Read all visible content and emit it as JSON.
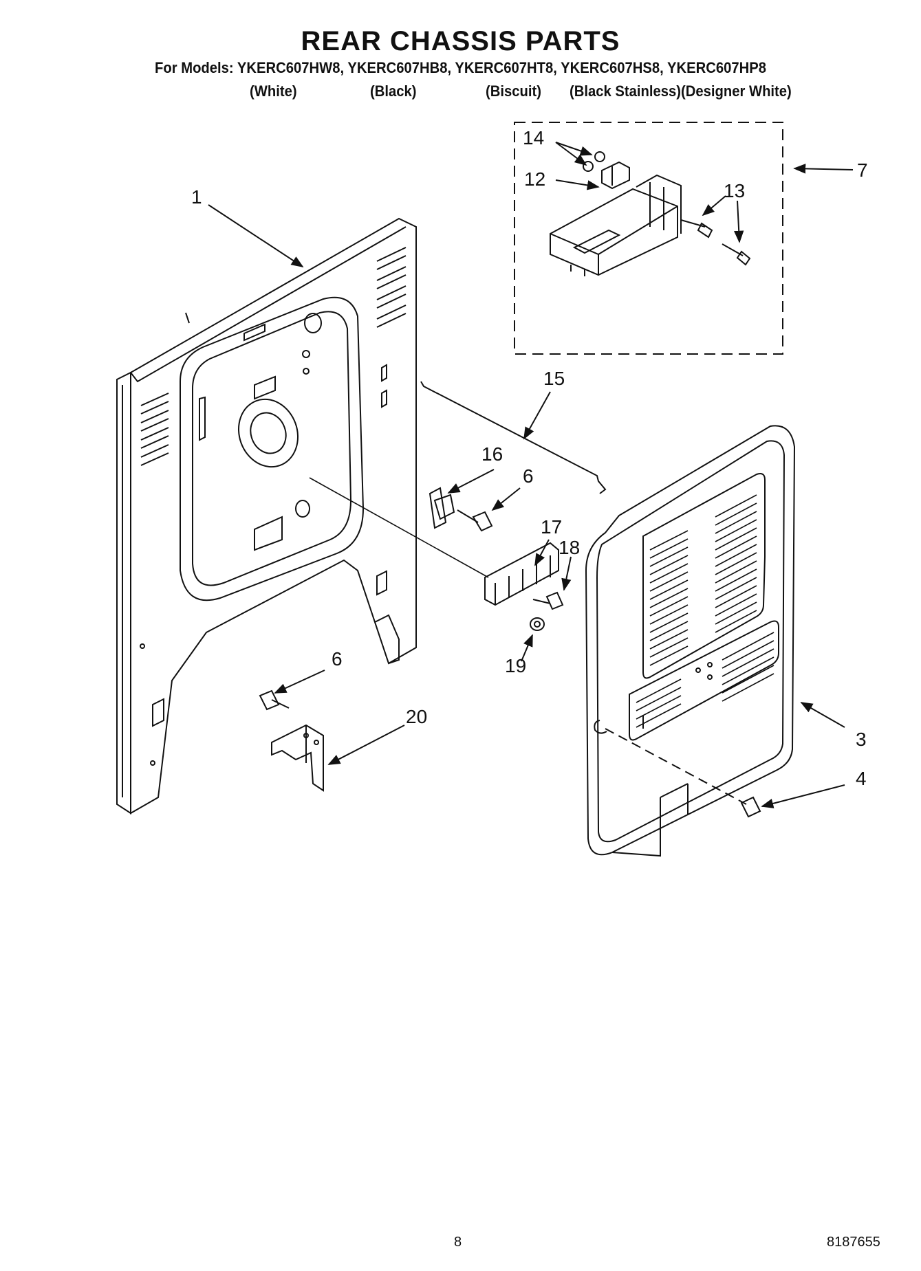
{
  "header": {
    "title": "REAR CHASSIS PARTS",
    "models": "For Models: YKERC607HW8, YKERC607HB8, YKERC607HT8, YKERC607HS8, YKERC607HP8",
    "colors": [
      "(White)",
      "(Black)",
      "(Biscuit)",
      "(Black Stainless)(Designer White)"
    ]
  },
  "callouts": {
    "c1": "1",
    "c3": "3",
    "c4": "4",
    "c6a": "6",
    "c6b": "6",
    "c7": "7",
    "c12": "12",
    "c13": "13",
    "c14": "14",
    "c15": "15",
    "c16": "16",
    "c17": "17",
    "c18": "18",
    "c19": "19",
    "c20": "20"
  },
  "footer": {
    "page_number": "8",
    "document_number": "8187655"
  }
}
